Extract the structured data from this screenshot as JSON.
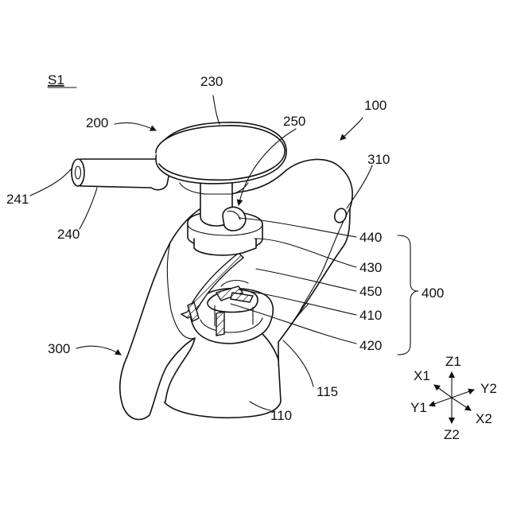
{
  "figure": {
    "sheet_label": "S1",
    "labels": {
      "l230": "230",
      "l200": "200",
      "l250": "250",
      "l100": "100",
      "l310": "310",
      "l241": "241",
      "l240": "240",
      "l440": "440",
      "l430": "430",
      "l450": "450",
      "l410": "410",
      "l420": "420",
      "l400": "400",
      "l300": "300",
      "l115": "115",
      "l110": "110"
    },
    "axes": {
      "x1": "X1",
      "x2": "X2",
      "y1": "Y1",
      "y2": "Y2",
      "z1": "Z1",
      "z2": "Z2"
    }
  },
  "colors": {
    "line": "#111111",
    "background": "#ffffff"
  }
}
